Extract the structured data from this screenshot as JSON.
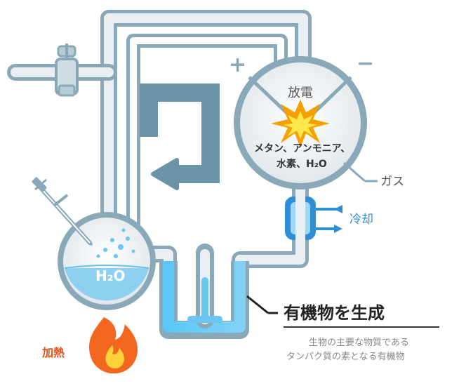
{
  "labels": {
    "discharge": "放電",
    "plus": "+",
    "minus": "−",
    "gas_mix_line1": "メタン、アンモニア、",
    "gas_mix_line2": "水素、H₂O",
    "gas": "ガス",
    "cooling": "冷却",
    "water": "H₂O",
    "heating": "加熱",
    "product_title": "有機物を生成",
    "product_desc_line1": "生物の主要な物質である",
    "product_desc_line2": "タンパク質の素となる有機物"
  },
  "colors": {
    "tube_outline": "#8aa9b8",
    "tube_fill": "#e9eff2",
    "arrow": "#6a93a6",
    "blue": "#2f8fd6",
    "light_blue": "#6cc6f2",
    "water": "#8fd0f0",
    "spark_orange": "#f5a000",
    "spark_yellow": "#ffe94a",
    "flame_orange": "#f2661f",
    "heating_text": "#e8501a",
    "cooling_text": "#2f8fd6",
    "text_dark": "#222222",
    "text_gray": "#888888"
  },
  "icons": [
    "valve-icon",
    "spark-icon",
    "flame-icon",
    "cycle-arrow-icon",
    "thermometer-probe-icon"
  ]
}
